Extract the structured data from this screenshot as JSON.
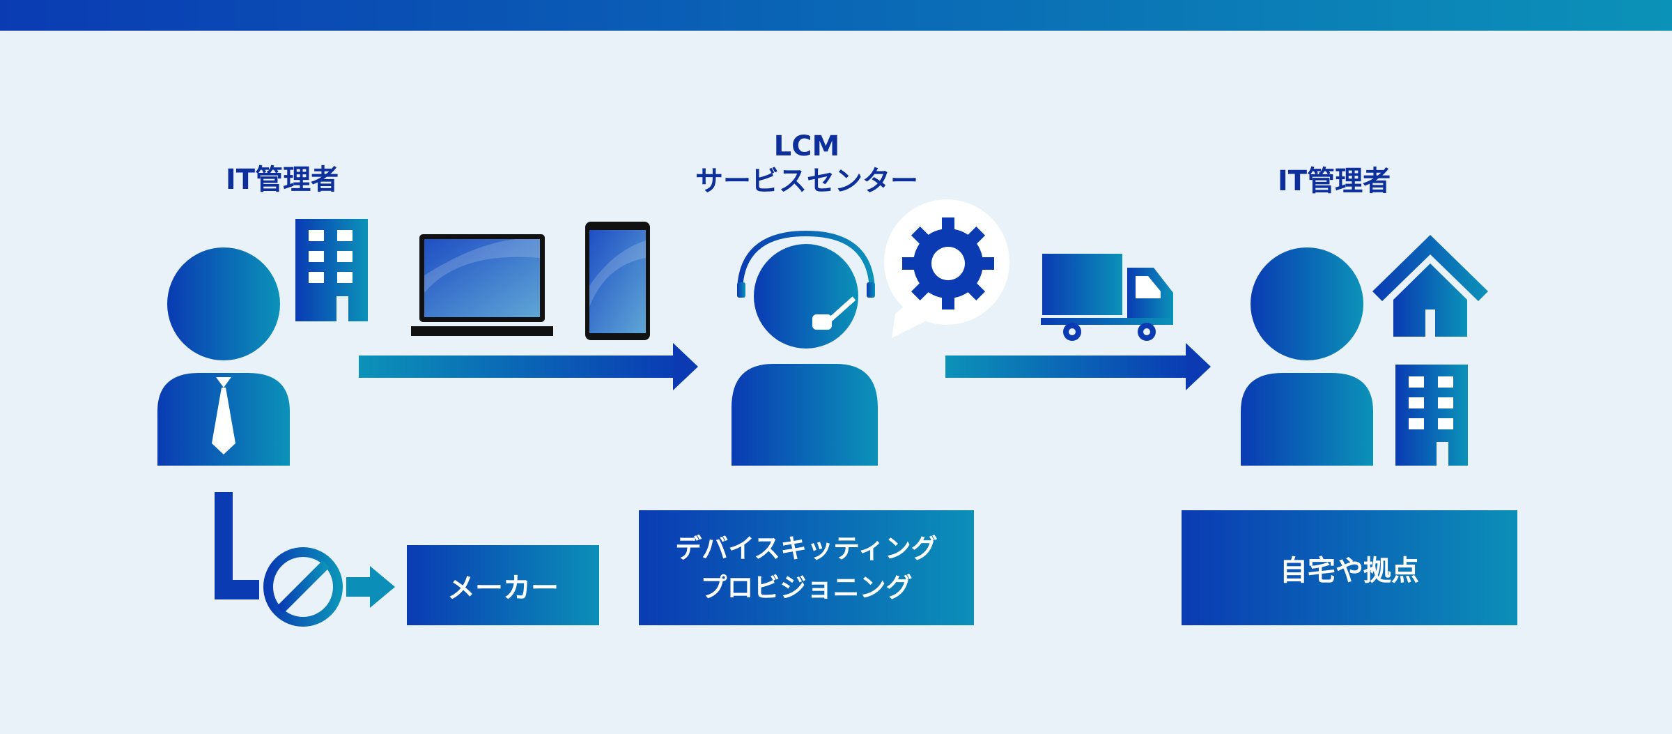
{
  "labels": {
    "left_title": "IT管理者",
    "center_title_1": "LCM",
    "center_title_2": "サービスセンター",
    "right_title": "IT管理者"
  },
  "boxes": {
    "maker": "メーカー",
    "kitting_line1": "デバイスキッティング",
    "kitting_line2": "プロビジョニング",
    "home_base": "自宅や拠点"
  },
  "icons": {
    "left_person": "person-with-tie-icon",
    "left_building": "office-building-icon",
    "laptop": "laptop-icon",
    "tablet": "tablet-icon",
    "operator": "headset-operator-icon",
    "gear_bubble": "gear-speech-bubble-icon",
    "truck": "delivery-truck-icon",
    "right_person": "person-icon",
    "house": "house-icon",
    "right_building": "office-building-icon",
    "prohibited": "prohibited-icon"
  },
  "colors": {
    "gradient_start": "#0a3bb3",
    "gradient_end": "#0b92b8",
    "label_text": "#0d2f9c",
    "background": "#e9f1f9"
  }
}
